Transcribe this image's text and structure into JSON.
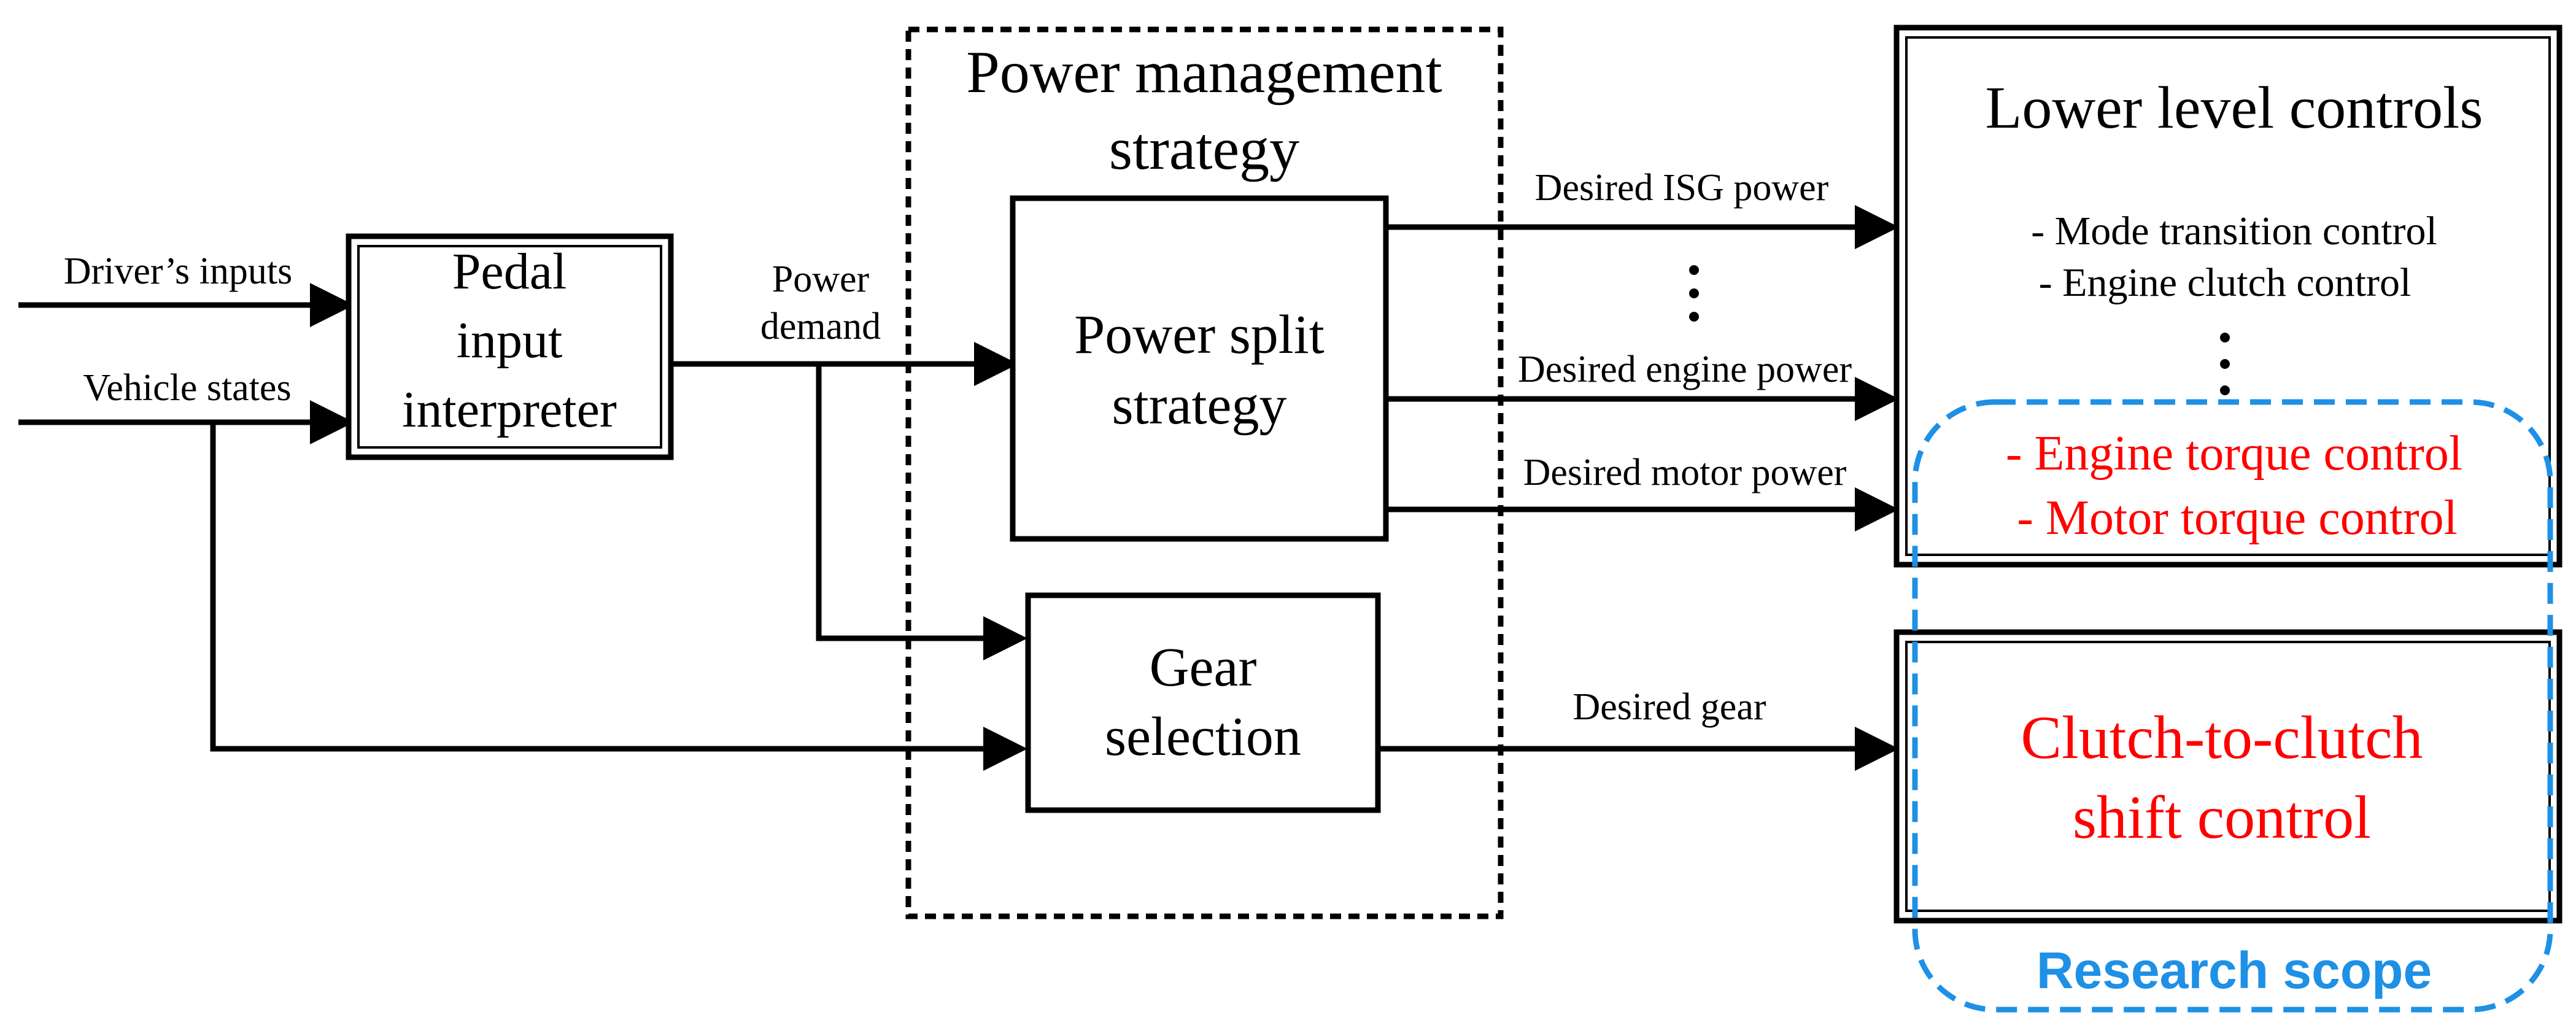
{
  "inputs": {
    "driver_inputs": "Driver’s inputs",
    "vehicle_states": "Vehicle states"
  },
  "pedal_box": {
    "lines": [
      "Pedal",
      "input",
      "interpreter"
    ]
  },
  "power_demand": {
    "lines": [
      "Power",
      "demand"
    ]
  },
  "pms": {
    "lines": [
      "Power management",
      "strategy"
    ]
  },
  "split_box": {
    "lines": [
      "Power split",
      "strategy"
    ]
  },
  "gear_box": {
    "lines": [
      "Gear",
      "selection"
    ]
  },
  "outputs": {
    "isg": "Desired ISG power",
    "engine": "Desired engine power",
    "motor": "Desired motor power",
    "gear": "Desired gear"
  },
  "lower_box": {
    "title": "Lower level controls",
    "items": [
      "- Mode transition control",
      "- Engine clutch control"
    ],
    "red_items": [
      "- Engine torque control",
      "- Motor torque control"
    ]
  },
  "shift_box": {
    "lines": [
      "Clutch-to-clutch",
      "shift control"
    ]
  },
  "research_scope": "Research scope",
  "colors": {
    "line": "#000000",
    "highlight_text": "#ff0000",
    "scope": "#1e90e6"
  }
}
